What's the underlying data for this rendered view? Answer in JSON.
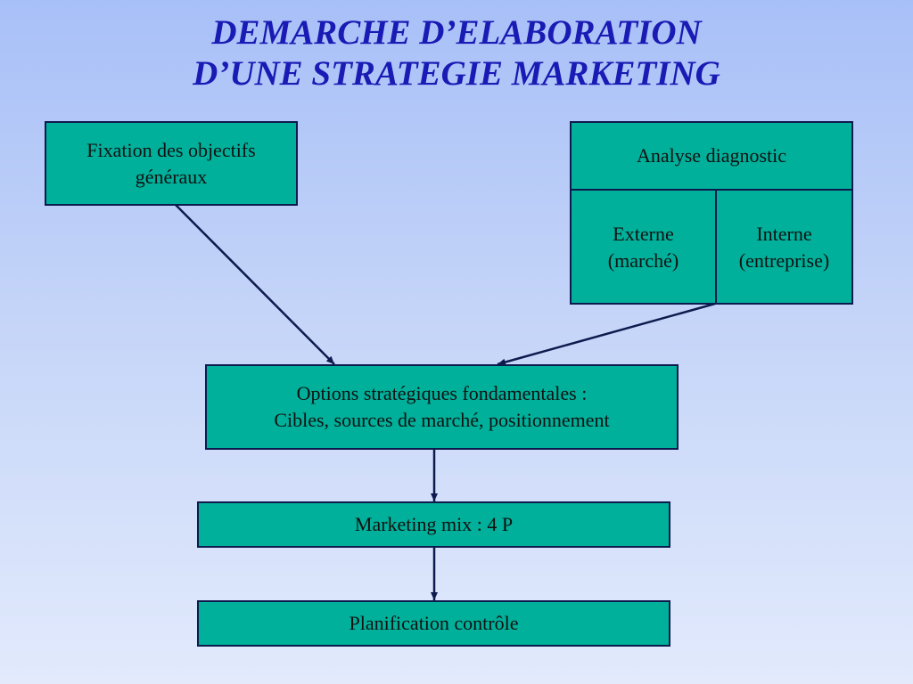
{
  "title": {
    "line1": "DEMARCHE D’ELABORATION",
    "line2": "D’UNE STRATEGIE MARKETING"
  },
  "nodes": {
    "objectifs": {
      "line1": "Fixation des objectifs",
      "line2": "généraux"
    },
    "analyse": {
      "label": "Analyse diagnostic"
    },
    "externe": {
      "line1": "Externe",
      "line2": "(marché)"
    },
    "interne": {
      "line1": "Interne",
      "line2": "(entreprise)"
    },
    "options": {
      "line1": "Options stratégiques fondamentales :",
      "line2": "Cibles, sources de marché, positionnement"
    },
    "mix": {
      "label": "Marketing mix : 4 P"
    },
    "planification": {
      "label": "Planification contrôle"
    }
  },
  "colors": {
    "box_fill": "#00b09a",
    "box_border": "#0d1a4d",
    "arrow": "#0d1a4d",
    "title": "#1a1ab4"
  }
}
